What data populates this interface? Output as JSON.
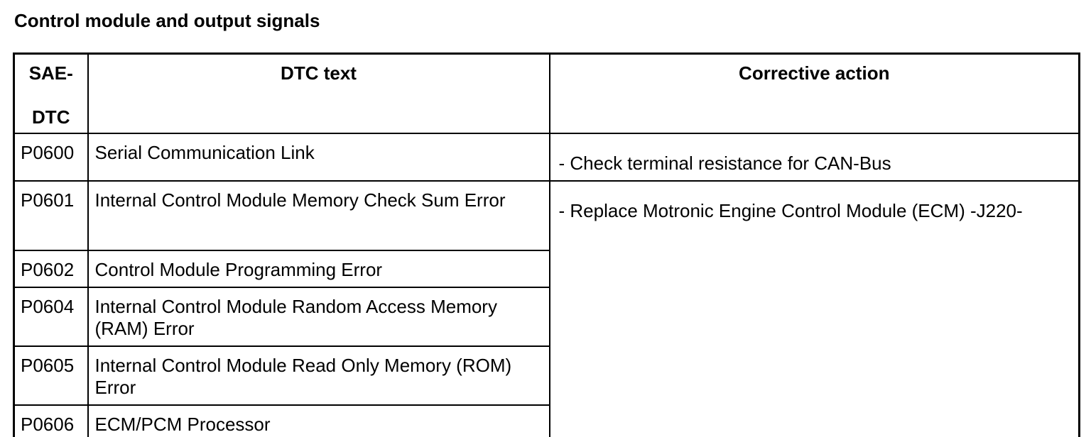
{
  "title": "Control module and output signals",
  "table": {
    "header": {
      "sae_line1": "SAE-",
      "sae_line2": "DTC",
      "dtc_text": "DTC text",
      "corrective_action": "Corrective action"
    },
    "rows": [
      {
        "code": "P0600",
        "dtc_text": "Serial Communication Link",
        "corrective_action": "- Check terminal resistance for CAN-Bus"
      },
      {
        "code": "P0601",
        "dtc_text": "Internal Control Module Memory Check Sum Error",
        "corrective_action": "- Replace Motronic Engine Control Module (ECM) -J220-"
      },
      {
        "code": "P0602",
        "dtc_text": "Control Module Programming Error"
      },
      {
        "code": "P0604",
        "dtc_text": "Internal Control Module Random Access Memory (RAM) Error"
      },
      {
        "code": "P0605",
        "dtc_text": "Internal Control Module Read Only Memory (ROM) Error"
      },
      {
        "code": "P0606",
        "dtc_text": "ECM/PCM Processor"
      }
    ]
  }
}
